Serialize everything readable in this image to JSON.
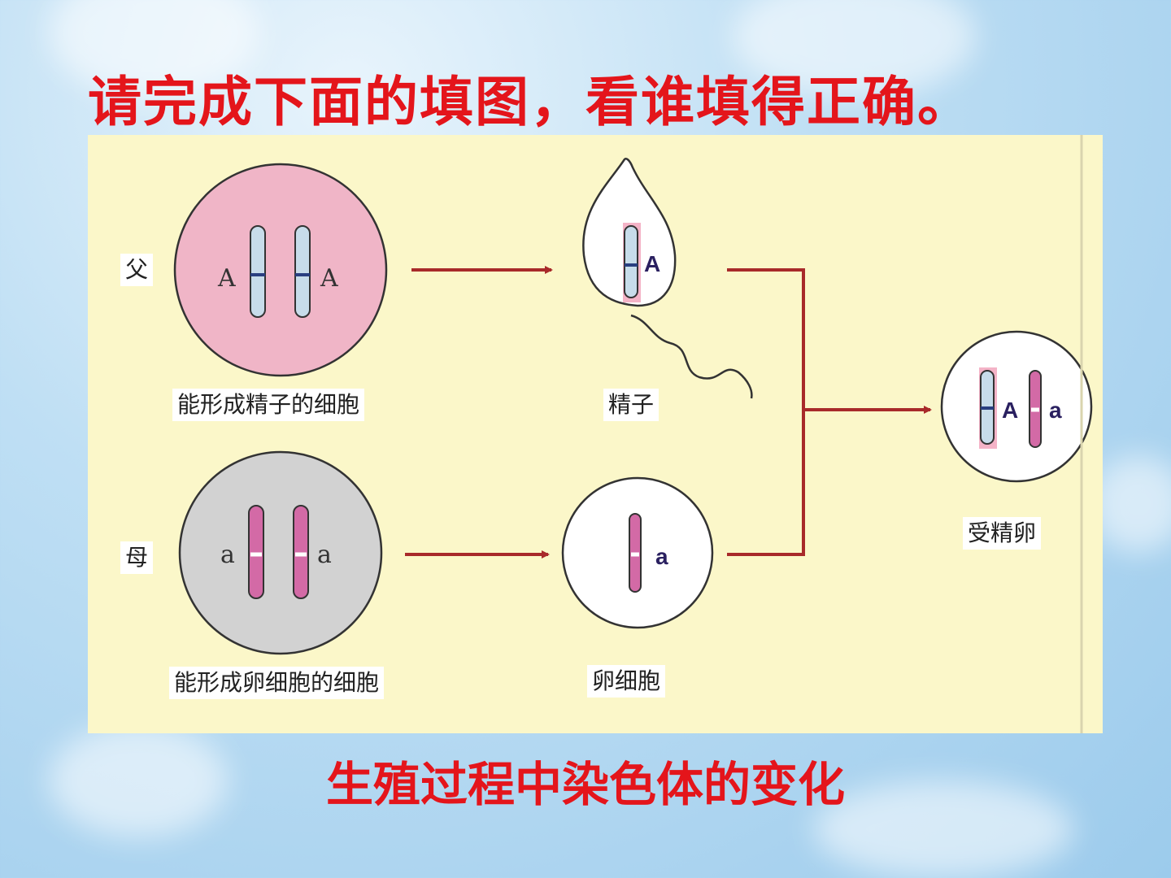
{
  "title": "请完成下面的填图，看谁填得正确。",
  "caption": "生殖过程中染色体的变化",
  "colors": {
    "title_red": "#e4151b",
    "panel_bg": "#fbf7c9",
    "arrow": "#a82a2a",
    "father_cell": "#f0b5c7",
    "mother_cell": "#d2d2d2",
    "chromosome_blue": "#c7dcea",
    "chromosome_pink": "#d36aa6"
  },
  "diagram": {
    "father_label": "父",
    "mother_label": "母",
    "father_cell_label": "能形成精子的细胞",
    "mother_cell_label": "能形成卵细胞的细胞",
    "sperm_label": "精子",
    "egg_label": "卵细胞",
    "zygote_label": "受精卵",
    "father_genes": [
      "A",
      "A"
    ],
    "mother_genes": [
      "a",
      "a"
    ],
    "sperm_gene": "A",
    "egg_gene": "a",
    "zygote_genes": [
      "A",
      "a"
    ]
  }
}
